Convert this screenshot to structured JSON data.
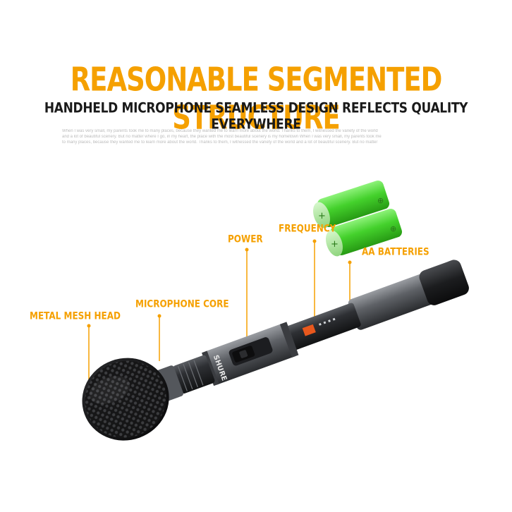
{
  "header": {
    "title": "REASONABLE SEGMENTED STRUCTURE",
    "subtitle": "HANDHELD MICROPHONE SEAMLESS DESIGN REFLECTS QUALITY EVERYWHERE",
    "filler_lines": [
      "When I was very small, my parents took me to many places, because they wanted me to learn more about the world. Thanks to them, I witnessed the variety of the world",
      "and a lot of beautiful scenery. But no matter where I go, in my heart, the place with the most beautiful scenery is my hometown When I was very small, my parents took me",
      "to many places, because they wanted me to learn more about the world. Thanks to them, I witnessed the variety of the world and a lot of beautiful scenery. But no matter"
    ]
  },
  "callouts": {
    "metal_mesh_head": "METAL MESH HEAD",
    "microphone_core": "MICROPHONE CORE",
    "power": "POWER",
    "frequency": "FREQUENCY",
    "aa_batteries": "AA BATTERIES"
  },
  "product": {
    "brand": "SHURE"
  },
  "colors": {
    "accent": "#f5a000",
    "battery_green": "#4fd93a",
    "body_dark": "#2b2d30"
  }
}
